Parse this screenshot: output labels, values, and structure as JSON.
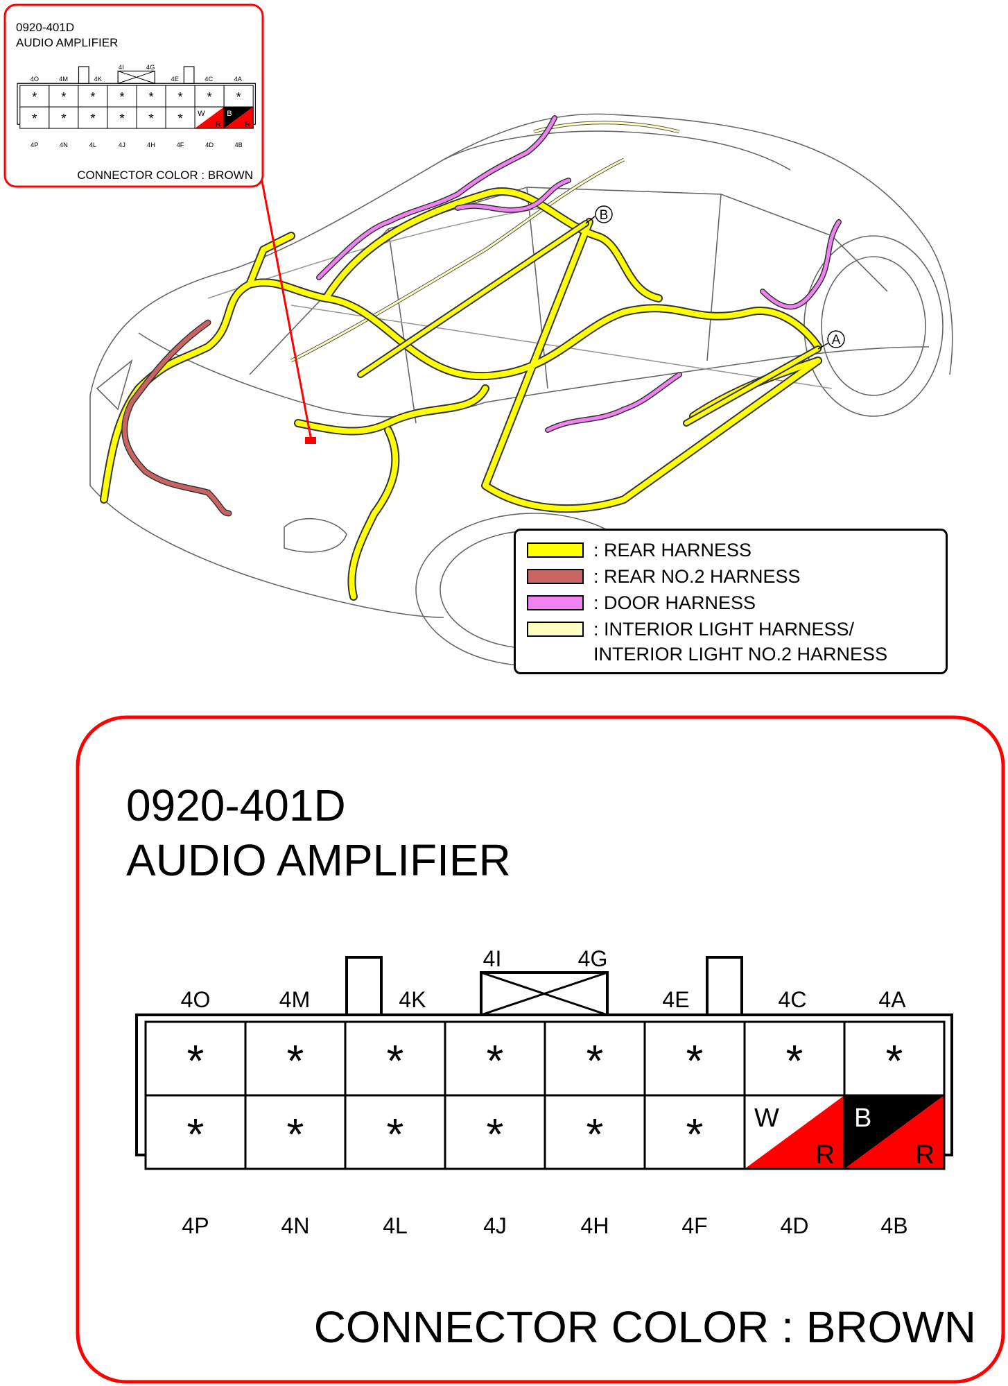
{
  "connector": {
    "code": "0920-401D",
    "name": "AUDIO AMPLIFIER",
    "color_label": "CONNECTOR COLOR : BROWN",
    "top_labels": [
      "4O",
      "4M",
      "4K",
      "4E",
      "4C",
      "4A"
    ],
    "top_tab_labels": [
      "4I",
      "4G"
    ],
    "bottom_labels": [
      "4P",
      "4N",
      "4L",
      "4J",
      "4H",
      "4F",
      "4D",
      "4B"
    ],
    "unused_mark": "*",
    "pins": {
      "4D": {
        "upper_color": "W",
        "lower_color": "R",
        "upper_fill": "#ffffff",
        "lower_fill": "#ff0000"
      },
      "4B": {
        "upper_color": "B",
        "lower_color": "R",
        "upper_fill": "#000000",
        "lower_fill": "#ff0000"
      }
    }
  },
  "callouts": {
    "a": "A",
    "b": "B"
  },
  "legend": [
    {
      "label": ": REAR HARNESS",
      "color": "#ffff00"
    },
    {
      "label": ": REAR NO.2 HARNESS",
      "color": "#c86464"
    },
    {
      "label": ": DOOR HARNESS",
      "color": "#ee82ee"
    },
    {
      "label": ": INTERIOR LIGHT HARNESS/",
      "label2": "INTERIOR LIGHT NO.2 HARNESS",
      "color": "#ffffc0"
    }
  ],
  "colors": {
    "frame": "#ff0000",
    "rear_harness": "#ffff00",
    "rear_no2": "#c86464",
    "door": "#ee82ee",
    "interior": "#ffffc0"
  }
}
